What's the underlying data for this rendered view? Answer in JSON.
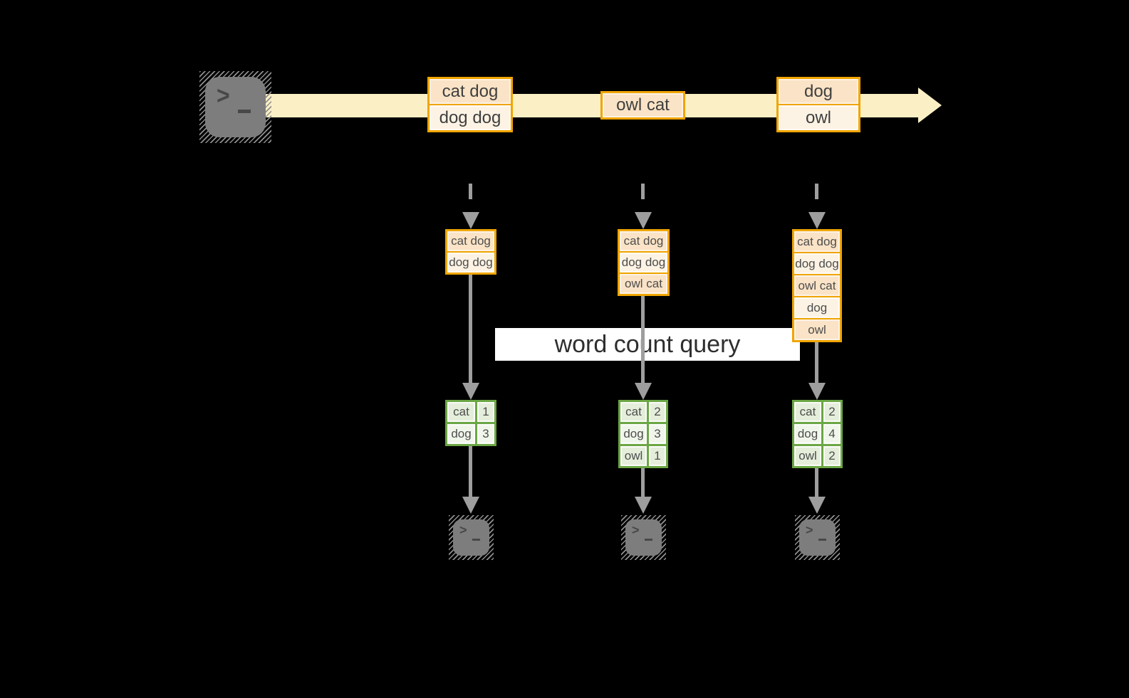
{
  "banner": {
    "label": "word count query"
  },
  "icons": {
    "prompt_char": ">"
  },
  "stream": {
    "batches": [
      {
        "lines": [
          "cat dog",
          "dog dog"
        ]
      },
      {
        "lines": [
          "owl cat"
        ]
      },
      {
        "lines": [
          "dog",
          "owl"
        ]
      }
    ]
  },
  "columns": [
    {
      "accumulated": [
        "cat dog",
        "dog dog"
      ],
      "counts": [
        {
          "word": "cat",
          "count": "1"
        },
        {
          "word": "dog",
          "count": "3"
        }
      ]
    },
    {
      "accumulated": [
        "cat dog",
        "dog dog",
        "owl cat"
      ],
      "counts": [
        {
          "word": "cat",
          "count": "2"
        },
        {
          "word": "dog",
          "count": "3"
        },
        {
          "word": "owl",
          "count": "1"
        }
      ]
    },
    {
      "accumulated": [
        "cat dog",
        "dog dog",
        "owl cat",
        "dog",
        "owl"
      ],
      "counts": [
        {
          "word": "cat",
          "count": "2"
        },
        {
          "word": "dog",
          "count": "4"
        },
        {
          "word": "owl",
          "count": "2"
        }
      ]
    }
  ],
  "colors": {
    "background": "#000000",
    "stream_band": "#FBF0C5",
    "box_border": "#F0A500",
    "box_fill_dark": "#FAE3C6",
    "box_fill_light": "#FDF3E4",
    "table_border": "#6BA744",
    "table_fill_dark": "#E4EEDA",
    "table_fill_light": "#F1F6EB",
    "arrow_gray": "#9E9E9E"
  }
}
